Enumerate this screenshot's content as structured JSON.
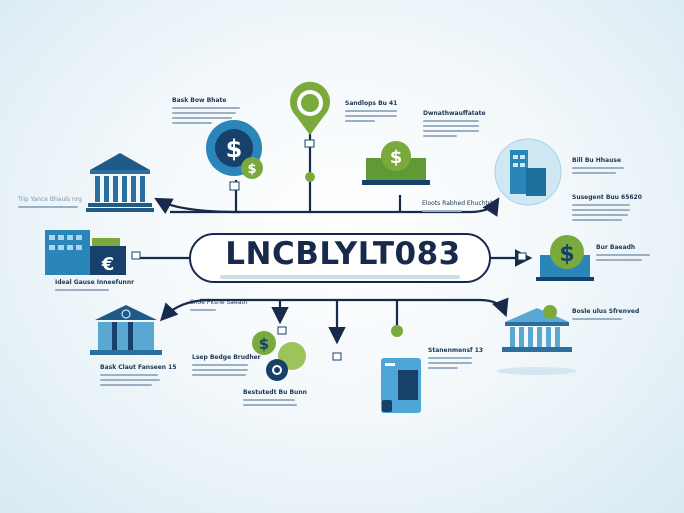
{
  "title": "LNCBLYLT083",
  "colors": {
    "navy": "#172a4b",
    "blue": "#2a86b8",
    "light_blue": "#7cc0e0",
    "green": "#7aaa3c",
    "background": "#eef5f9"
  },
  "labels": {
    "top_left_note": "Bask Bow Bhate",
    "far_left_note": "Trip Yance Bhauls nrg",
    "pin_note": "Sandlops Bu 41",
    "laptop_note": "Dwnathwauffatate",
    "arrow_note": "Eloots Rabhed Ehuchtrbn",
    "buildings_note": "Bill Bu Hhause",
    "right_note": "Susegent Buu 65620",
    "dollar_laptop_note": "Bur Baeadh",
    "euro_note": "Ideal Gause Inneefunnr",
    "branch_note": "Snoe Pksne Saeatn",
    "bank_bottom_note": "Bask Claut Fanseen 15",
    "coins_note": "Lsep Bedge Brudher",
    "coins_bottom_note": "Bestutedt Bu Bunn",
    "card_note": "Stanenmensf 13",
    "bank_right_note": "Bosle ulus Sfrenved"
  },
  "icons": [
    "bank-icon",
    "dollar-coin-icon",
    "location-pin-icon",
    "money-laptop-icon",
    "buildings-icon",
    "euro-building-icon",
    "dollar-laptop-icon",
    "coins-icon",
    "phone-card-icon"
  ]
}
